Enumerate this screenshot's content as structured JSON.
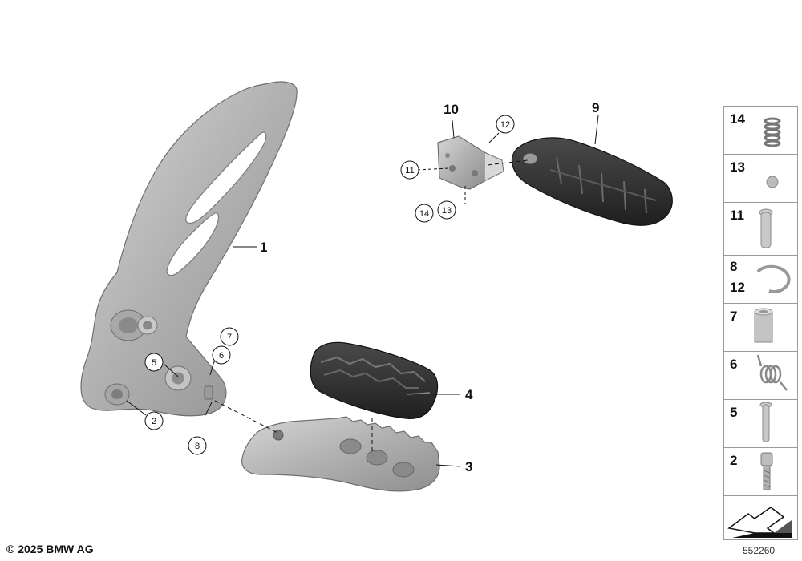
{
  "callouts": {
    "c1": "1",
    "c2": "2",
    "c3": "3",
    "c4": "4",
    "c5": "5",
    "c6": "6",
    "c7": "7",
    "c8": "8",
    "c9": "9",
    "c10": "10",
    "c11": "11",
    "c12": "12",
    "c13": "13",
    "c14": "14"
  },
  "legend": {
    "r14": "14",
    "r13": "13",
    "r11": "11",
    "r8": "8",
    "r12": "12",
    "r7": "7",
    "r6": "6",
    "r5": "5",
    "r2": "2"
  },
  "footer": {
    "copyright": "© 2025 BMW AG",
    "diagram_id": "552260"
  },
  "colors": {
    "metal": "#b4b4b4",
    "rubber": "#2e2e2e",
    "line": "#111111"
  }
}
